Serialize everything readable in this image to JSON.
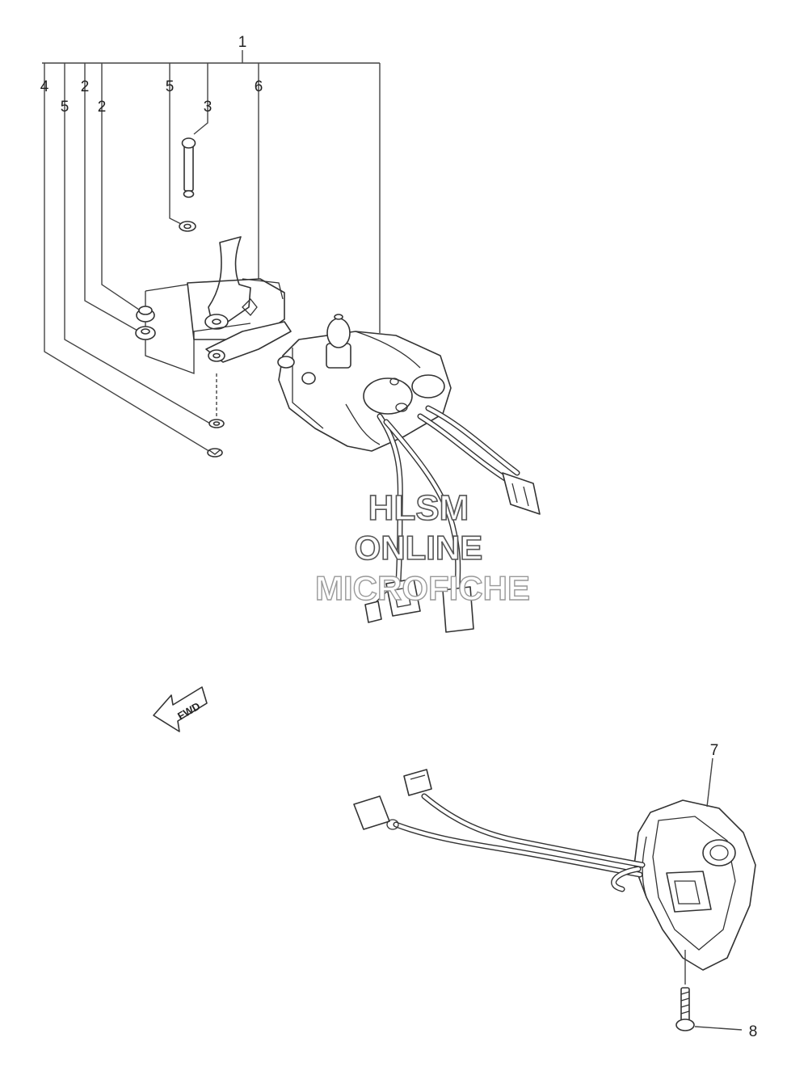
{
  "callouts": {
    "c1": "1",
    "c2a": "2",
    "c2b": "2",
    "c3": "3",
    "c4": "4",
    "c5a": "5",
    "c5b": "5",
    "c6": "6",
    "c7": "7",
    "c8": "8"
  },
  "fwd_arrow": {
    "label": "FWD"
  },
  "watermark": {
    "line1": "HLSM",
    "line2": "ONLINE",
    "line3": "MICROFICHE"
  }
}
